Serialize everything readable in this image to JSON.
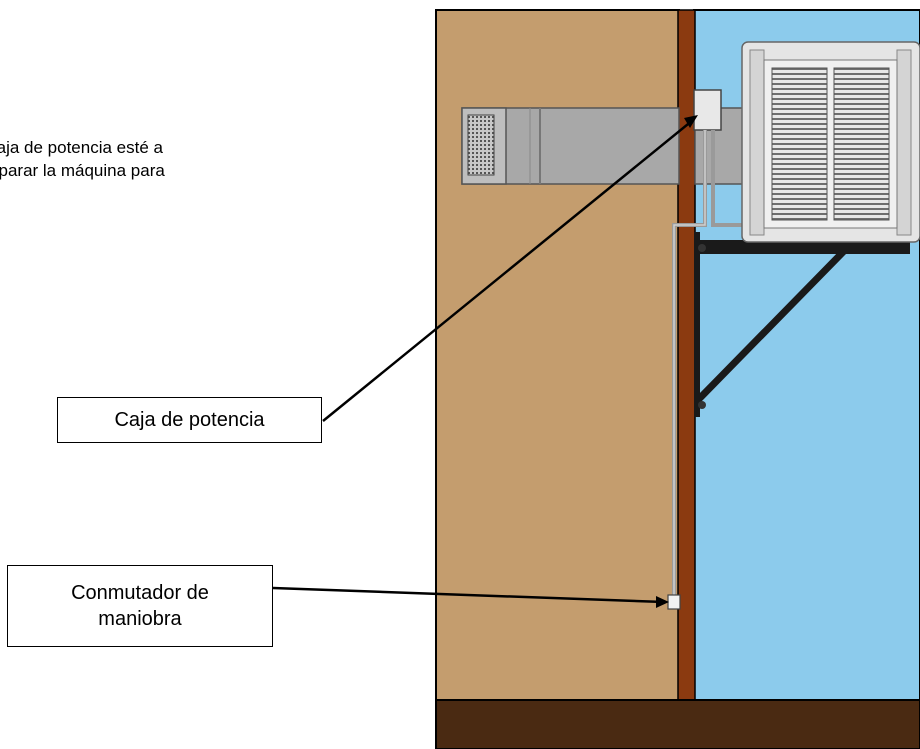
{
  "intro": {
    "text": "e la caja de potencia esté a\nrmite parar la máquina para\n."
  },
  "labels": {
    "power_box": "Caja de potencia",
    "switch": "Conmutador de\nmaniobra"
  },
  "colors": {
    "interior_wall": "#C49D6E",
    "exterior_sky": "#8CCBEC",
    "wall_stud": "#8B3A10",
    "floor": "#4A2A12",
    "duct": "#A8A8A8",
    "cooler_body": "#E5E5E5",
    "grille": "#6E6E6E",
    "bracket": "#1A1A1A",
    "arrow": "#000000"
  }
}
